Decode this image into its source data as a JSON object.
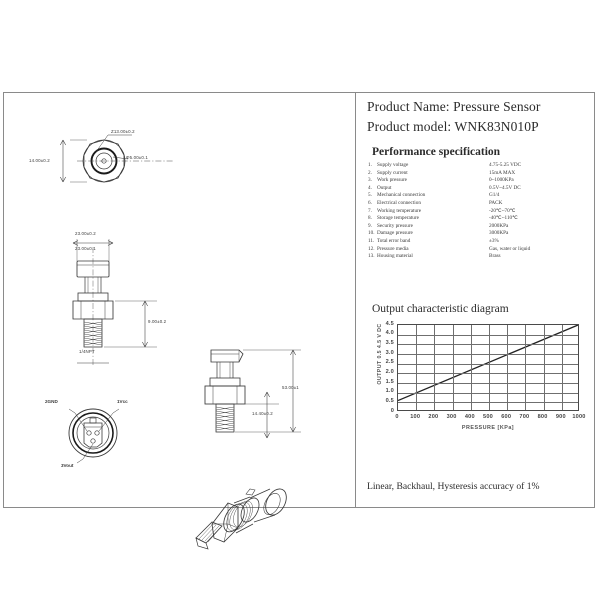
{
  "product": {
    "name_label": "Product Name: Pressure Sensor",
    "model_label": "Product model: WNK83N010P"
  },
  "performance": {
    "title": "Performance specification",
    "rows": [
      {
        "idx": "1.",
        "label": "Supply voltage",
        "value": "4.75-5.25  VDC"
      },
      {
        "idx": "2.",
        "label": "Supply current",
        "value": "15mA  MAX"
      },
      {
        "idx": "3.",
        "label": "Work pressure",
        "value": "0~1000KPa"
      },
      {
        "idx": "4.",
        "label": "Output",
        "value": "0.5V~4.5V  DC"
      },
      {
        "idx": "5.",
        "label": "Mechanical connection",
        "value": "G1/4"
      },
      {
        "idx": "6.",
        "label": "Electrical connection",
        "value": "PACK"
      },
      {
        "idx": "7.",
        "label": "Working temperature",
        "value": "-20℃~70℃"
      },
      {
        "idx": "8.",
        "label": "Storage temperature",
        "value": "-40℃~110℃"
      },
      {
        "idx": "9.",
        "label": "Security pressure",
        "value": "2000KPa"
      },
      {
        "idx": "10.",
        "label": "Damage pressure",
        "value": "3000KPa"
      },
      {
        "idx": "11.",
        "label": "Total error band",
        "value": "±3%"
      },
      {
        "idx": "12.",
        "label": "Pressure media",
        "value": "Gas, water or liquid"
      },
      {
        "idx": "13.",
        "label": "Housing material",
        "value": "Brass"
      }
    ]
  },
  "chart_section": {
    "title": "Output characteristic diagram",
    "accuracy_note": "Linear, Backhaul, Hysteresis accuracy of 1%"
  },
  "chart_data": {
    "type": "line",
    "title": "Output characteristic diagram",
    "xlabel": "PRESSURE   [KPa]",
    "ylabel": "OUTPUT  0.5   4.5 V DC",
    "x": [
      0,
      1000
    ],
    "values": [
      0.5,
      4.5
    ],
    "xlim": [
      0,
      1000
    ],
    "ylim": [
      0,
      4.5
    ],
    "xticks": [
      "0",
      "100",
      "200",
      "300",
      "400",
      "500",
      "600",
      "700",
      "800",
      "900",
      "1000"
    ],
    "xtick_values": [
      0,
      100,
      200,
      300,
      400,
      500,
      600,
      700,
      800,
      900,
      1000
    ],
    "yticks": [
      "4.5",
      "4.0",
      "3.5",
      "3.0",
      "2.5",
      "2.0",
      "1.5",
      "1.0",
      "0.5",
      "0"
    ],
    "ytick_values": [
      4.5,
      4.0,
      3.5,
      3.0,
      2.5,
      2.0,
      1.5,
      1.0,
      0.5,
      0
    ],
    "grid": true,
    "legend": "none",
    "series_color": "#222222"
  },
  "drawings": {
    "top_view": {
      "name": "top-face-view",
      "dim_outer_diameter": "Ζ13.00±0.2",
      "dim_inner_diameter": "Φ5.00±0.1",
      "dim_width": "14.00±0.2"
    },
    "front_view": {
      "name": "front-elevation-view",
      "dim_body_width_top": "23.00±0.2",
      "dim_body_width_mid": "23.00±0.1",
      "dim_thread_len": "9.00±0.2",
      "dim_thread_spec": "1/4NPT"
    },
    "side_view": {
      "name": "side-elevation-view",
      "dim_total_height": "53.00±1",
      "dim_hex_height": "14.40±0.2"
    },
    "connector_view": {
      "name": "connector-pinout-view",
      "pin_gnd": "2GND",
      "pin_vcc": "1Vcc",
      "pin_vout": "3Vout"
    },
    "iso_view": {
      "name": "isometric-3d-view"
    }
  },
  "colors": {
    "border": "#8a8a8a",
    "ink": "#333333",
    "line": "#2b2b2b",
    "grid": "#6f6f6f"
  }
}
